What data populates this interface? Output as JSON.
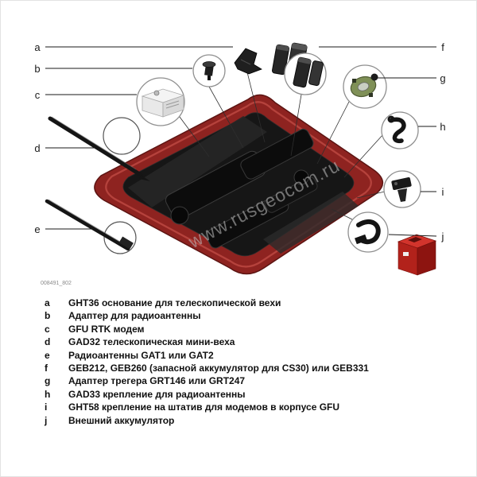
{
  "figure": {
    "code": "008491_802",
    "watermark": "www.rusgeocom.ru"
  },
  "legend": [
    {
      "letter": "a",
      "text": "GHT36 основание для телескопической вехи"
    },
    {
      "letter": "b",
      "text": "Адаптер для радиоантенны"
    },
    {
      "letter": "c",
      "text": "GFU RTK модем"
    },
    {
      "letter": "d",
      "text": "GAD32 телескопическая мини-веха"
    },
    {
      "letter": "e",
      "text": "Радиоантенны GAT1 или GAT2"
    },
    {
      "letter": "f",
      "text": "GEB212, GEB260 (запасной аккумулятор для CS30) или GEB331"
    },
    {
      "letter": "g",
      "text": "Адаптер трегера GRT146 или GRT247"
    },
    {
      "letter": "h",
      "text": "GAD33 крепление для радиоантенны"
    },
    {
      "letter": "i",
      "text": "GHT58 крепление на штатив для модемов в корпусе GFU"
    },
    {
      "letter": "j",
      "text": "Внешний аккумулятор"
    }
  ],
  "colors": {
    "case_red": "#8e2320",
    "foam_dark": "#161616",
    "adapter_green": "#7f9057",
    "battery_red": "#b2221b"
  }
}
